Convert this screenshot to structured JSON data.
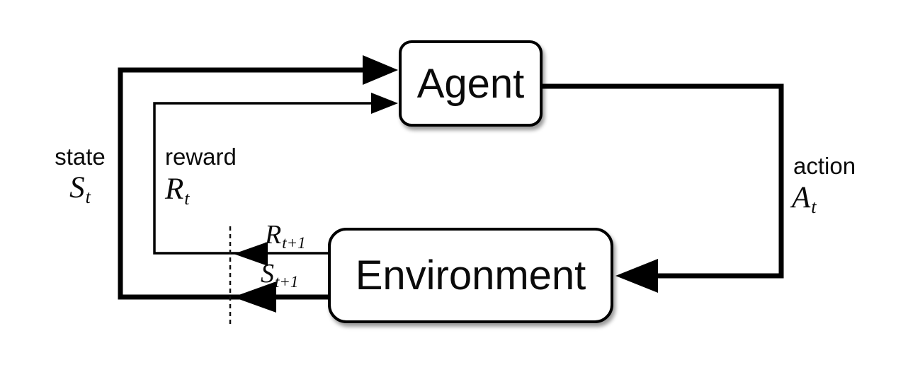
{
  "nodes": {
    "agent": {
      "label": "Agent"
    },
    "environment": {
      "label": "Environment"
    }
  },
  "labels": {
    "state": {
      "word": "state",
      "symbol": {
        "base": "S",
        "sub": "t"
      }
    },
    "reward": {
      "word": "reward",
      "symbol": {
        "base": "R",
        "sub": "t"
      }
    },
    "action": {
      "word": "action",
      "symbol": {
        "base": "A",
        "sub": "t"
      }
    },
    "next_reward": {
      "base": "R",
      "sub": "t+1"
    },
    "next_state": {
      "base": "S",
      "sub": "t+1"
    }
  },
  "edges": [
    {
      "from": "environment",
      "to": "agent",
      "label": "state S_t (S_t+1 across time boundary)",
      "style": "thick"
    },
    {
      "from": "environment",
      "to": "agent",
      "label": "reward R_t (R_t+1 across time boundary)",
      "style": "thin"
    },
    {
      "from": "agent",
      "to": "environment",
      "label": "action A_t",
      "style": "thick"
    }
  ],
  "colors": {
    "line": "#000000",
    "background": "#ffffff",
    "box_fill": "#ffffff"
  }
}
